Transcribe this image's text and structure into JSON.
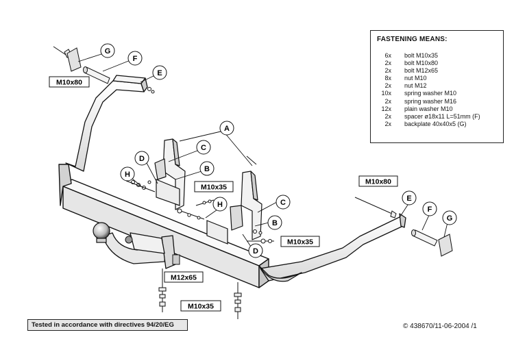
{
  "legend": {
    "title": "FASTENING MEANS:",
    "rows": [
      {
        "qty": "6x",
        "item": "bolt M10x35"
      },
      {
        "qty": "2x",
        "item": "bolt M10x80"
      },
      {
        "qty": "2x",
        "item": "bolt M12x65"
      },
      {
        "qty": "8x",
        "item": "nut M10"
      },
      {
        "qty": "2x",
        "item": "nut M12"
      },
      {
        "qty": "10x",
        "item": "spring washer M10"
      },
      {
        "qty": "2x",
        "item": "spring washer M16"
      },
      {
        "qty": "12x",
        "item": "plain washer M10"
      },
      {
        "qty": "2x",
        "item": "spacer ø18x11 L=51mm (F)"
      },
      {
        "qty": "2x",
        "item": "backplate 40x40x5 (G)"
      }
    ]
  },
  "bolt_labels": {
    "top_left": "M10x80",
    "right": "M10x80",
    "center": "M10x35",
    "center_right": "M10x35",
    "left_bottom": "M12x65",
    "bottom": "M10x35"
  },
  "part_letters": {
    "G1": "G",
    "F1": "F",
    "E1": "E",
    "A": "A",
    "D1": "D",
    "C1": "C",
    "B1": "B",
    "H1": "H",
    "H2": "H",
    "C2": "C",
    "B2": "B",
    "D2": "D",
    "E2": "E",
    "F2": "F",
    "G2": "G"
  },
  "test_note": "Tested in accordance with directives 94/20/EG",
  "copyright": "© 438670/11-06-2004 /1"
}
